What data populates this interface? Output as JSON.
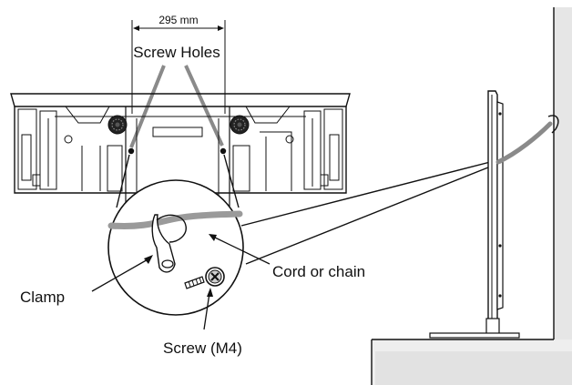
{
  "labels": {
    "dimension": "295 mm",
    "screw_holes": "Screw Holes",
    "clamp": "Clamp",
    "cord": "Cord or chain",
    "screw": "Screw (M4)"
  },
  "colors": {
    "line": "#111111",
    "cord": "#9a9a9a",
    "cord_dark": "#7a7a7a",
    "wall_shade": "#e6e6e6",
    "shelf_shade": "#eeeeee",
    "background": "#ffffff"
  },
  "icons": {
    "screw": "screw-icon",
    "clamp": "clamp-icon",
    "speaker_grille": "speaker-grille-icon"
  }
}
